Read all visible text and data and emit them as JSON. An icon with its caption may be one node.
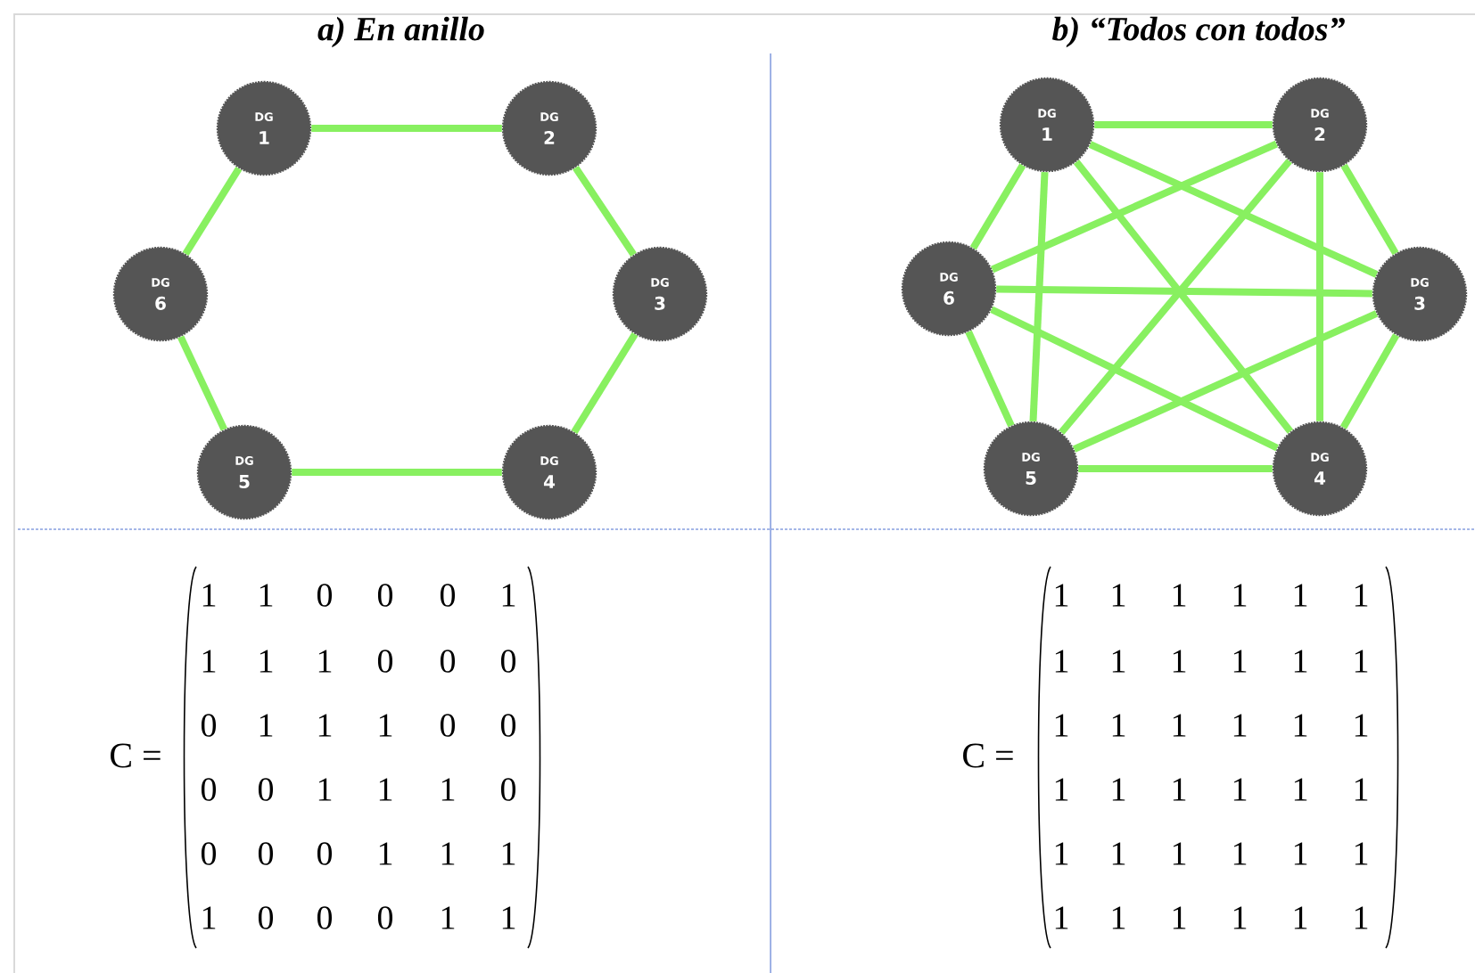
{
  "diagram": {
    "nodes": [
      {
        "text": [
          "DG",
          "1"
        ]
      },
      {
        "text": [
          "DG",
          "2"
        ]
      },
      {
        "text": [
          "DG",
          "3"
        ]
      },
      {
        "text": [
          "DG",
          "4"
        ]
      },
      {
        "text": [
          "DG",
          "5"
        ]
      },
      {
        "text": [
          "DG",
          "6"
        ]
      },
      {
        "text": [
          "DG",
          "1"
        ]
      },
      {
        "text": [
          "DG",
          "2"
        ]
      },
      {
        "text": [
          "DG",
          "3"
        ]
      },
      {
        "text": [
          "DG",
          "4"
        ]
      },
      {
        "text": [
          "DG",
          "5"
        ]
      },
      {
        "text": [
          "DG",
          "6"
        ]
      }
    ],
    "edges": [
      {
        "from": 0,
        "to": 1,
        "arrow": "none"
      },
      {
        "from": 1,
        "to": 2,
        "arrow": "none"
      },
      {
        "from": 2,
        "to": 3,
        "arrow": "none"
      },
      {
        "from": 3,
        "to": 4,
        "arrow": "none"
      },
      {
        "from": 4,
        "to": 5,
        "arrow": "none"
      },
      {
        "from": 5,
        "to": 0,
        "arrow": "none"
      },
      {
        "from": 6,
        "to": 7,
        "arrow": "none"
      },
      {
        "from": 6,
        "to": 8,
        "arrow": "none"
      },
      {
        "from": 6,
        "to": 9,
        "arrow": "none"
      },
      {
        "from": 6,
        "to": 10,
        "arrow": "none"
      },
      {
        "from": 6,
        "to": 11,
        "arrow": "none"
      },
      {
        "from": 7,
        "to": 8,
        "arrow": "none"
      },
      {
        "from": 7,
        "to": 9,
        "arrow": "none"
      },
      {
        "from": 7,
        "to": 10,
        "arrow": "none"
      },
      {
        "from": 7,
        "to": 11,
        "arrow": "none"
      },
      {
        "from": 8,
        "to": 9,
        "arrow": "none"
      },
      {
        "from": 8,
        "to": 10,
        "arrow": "none"
      },
      {
        "from": 8,
        "to": 11,
        "arrow": "none"
      },
      {
        "from": 9,
        "to": 10,
        "arrow": "none"
      },
      {
        "from": 9,
        "to": 11,
        "arrow": "none"
      },
      {
        "from": 10,
        "to": 11,
        "arrow": "none"
      }
    ],
    "labels": [
      "a) En anillo",
      "b) “Todos con todos”",
      "C =",
      "1",
      "1",
      "0",
      "0",
      "0",
      "1",
      "1",
      "1",
      "1",
      "0",
      "0",
      "0",
      "0",
      "1",
      "1",
      "1",
      "0",
      "0",
      "0",
      "0",
      "1",
      "1",
      "1",
      "0",
      "0",
      "0",
      "0",
      "1",
      "1",
      "1",
      "1",
      "0",
      "0",
      "0",
      "1",
      "1",
      "C =",
      "1",
      "1",
      "1",
      "1",
      "1",
      "1",
      "1",
      "1",
      "1",
      "1",
      "1",
      "1",
      "1",
      "1",
      "1",
      "1",
      "1",
      "1",
      "1",
      "1",
      "1",
      "1",
      "1",
      "1",
      "1",
      "1",
      "1",
      "1",
      "1",
      "1",
      "1",
      "1",
      "1",
      "1",
      "1",
      "1"
    ]
  }
}
